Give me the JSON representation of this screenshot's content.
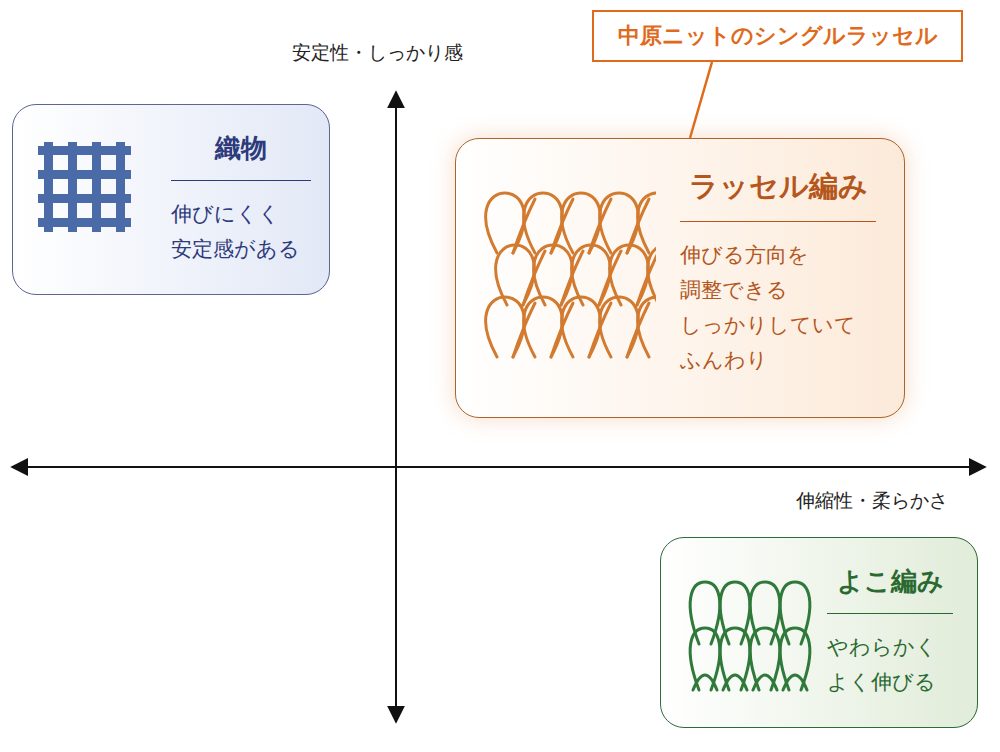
{
  "diagram": {
    "nodes": [
      {
        "text": [
          "中原ニットのシングルラッセル"
        ]
      },
      {
        "text": [
          "織物",
          "伸びにくく 安定感がある"
        ]
      },
      {
        "text": [
          "ラッセル編み",
          "伸びる方向を 調整できる しっかりしていて ふんわり"
        ]
      },
      {
        "text": [
          "よこ編み",
          "やわらかく よく伸びる"
        ]
      }
    ],
    "edges": [
      {
        "from": 0,
        "to": 2,
        "arrow": "none"
      }
    ],
    "labels": [
      "安定性・しっかり感",
      "伸縮性・柔らかさ"
    ]
  }
}
